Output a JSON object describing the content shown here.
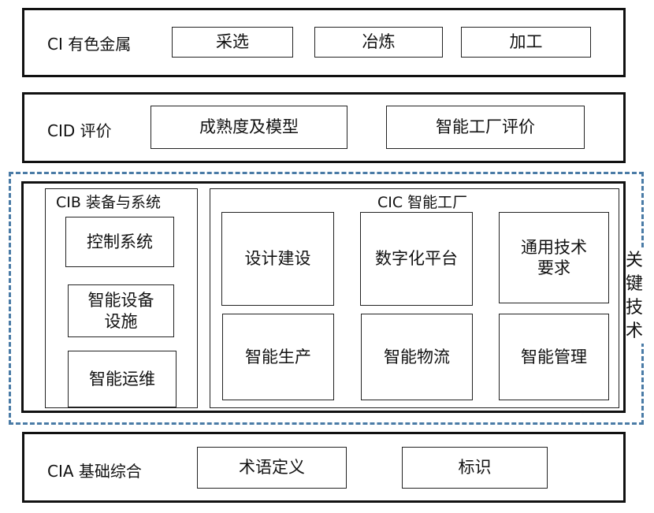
{
  "ci": {
    "title": "CI 有色金属",
    "items": [
      "采选",
      "冶炼",
      "加工"
    ]
  },
  "cid": {
    "title": "CID 评价",
    "items": [
      "成熟度及模型",
      "智能工厂评价"
    ]
  },
  "key_tech": {
    "label_chars": [
      "关",
      "键",
      "技",
      "术"
    ]
  },
  "cib": {
    "title": "CIB 装备与系统",
    "items": [
      "控制系统",
      "智能设备\n设施",
      "智能运维"
    ]
  },
  "cic": {
    "title": "CIC 智能工厂",
    "items": [
      "设计建设",
      "数字化平台",
      "通用技术\n要求",
      "智能生产",
      "智能物流",
      "智能管理"
    ]
  },
  "cia": {
    "title": "CIA 基础综合",
    "items": [
      "术语定义",
      "标识"
    ]
  }
}
